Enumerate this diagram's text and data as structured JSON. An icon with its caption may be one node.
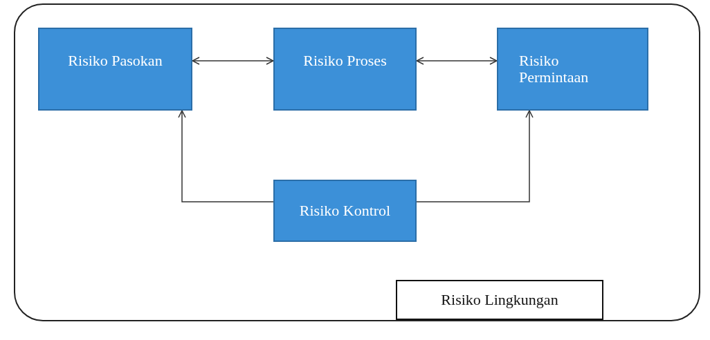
{
  "diagram": {
    "nodes": [
      {
        "text": [],
        "shape": "box"
      },
      {
        "text": [
          "Risiko Pasokan"
        ],
        "in": 0
      },
      {
        "text": [
          "Risiko Proses"
        ],
        "in": 0
      },
      {
        "text": [
          "Risiko Permintaan"
        ],
        "in": 0
      },
      {
        "text": [
          "Risiko Kontrol"
        ],
        "in": 0
      },
      {
        "text": [
          "Risiko Lingkungan"
        ],
        "in": 0
      }
    ],
    "edges": [
      {
        "from": 1,
        "to": 2,
        "arrow": "both"
      },
      {
        "from": 2,
        "to": 3,
        "arrow": "both"
      },
      {
        "from": 4,
        "to": 1,
        "arrow": "to"
      },
      {
        "from": 4,
        "to": 3,
        "arrow": "to"
      }
    ]
  }
}
